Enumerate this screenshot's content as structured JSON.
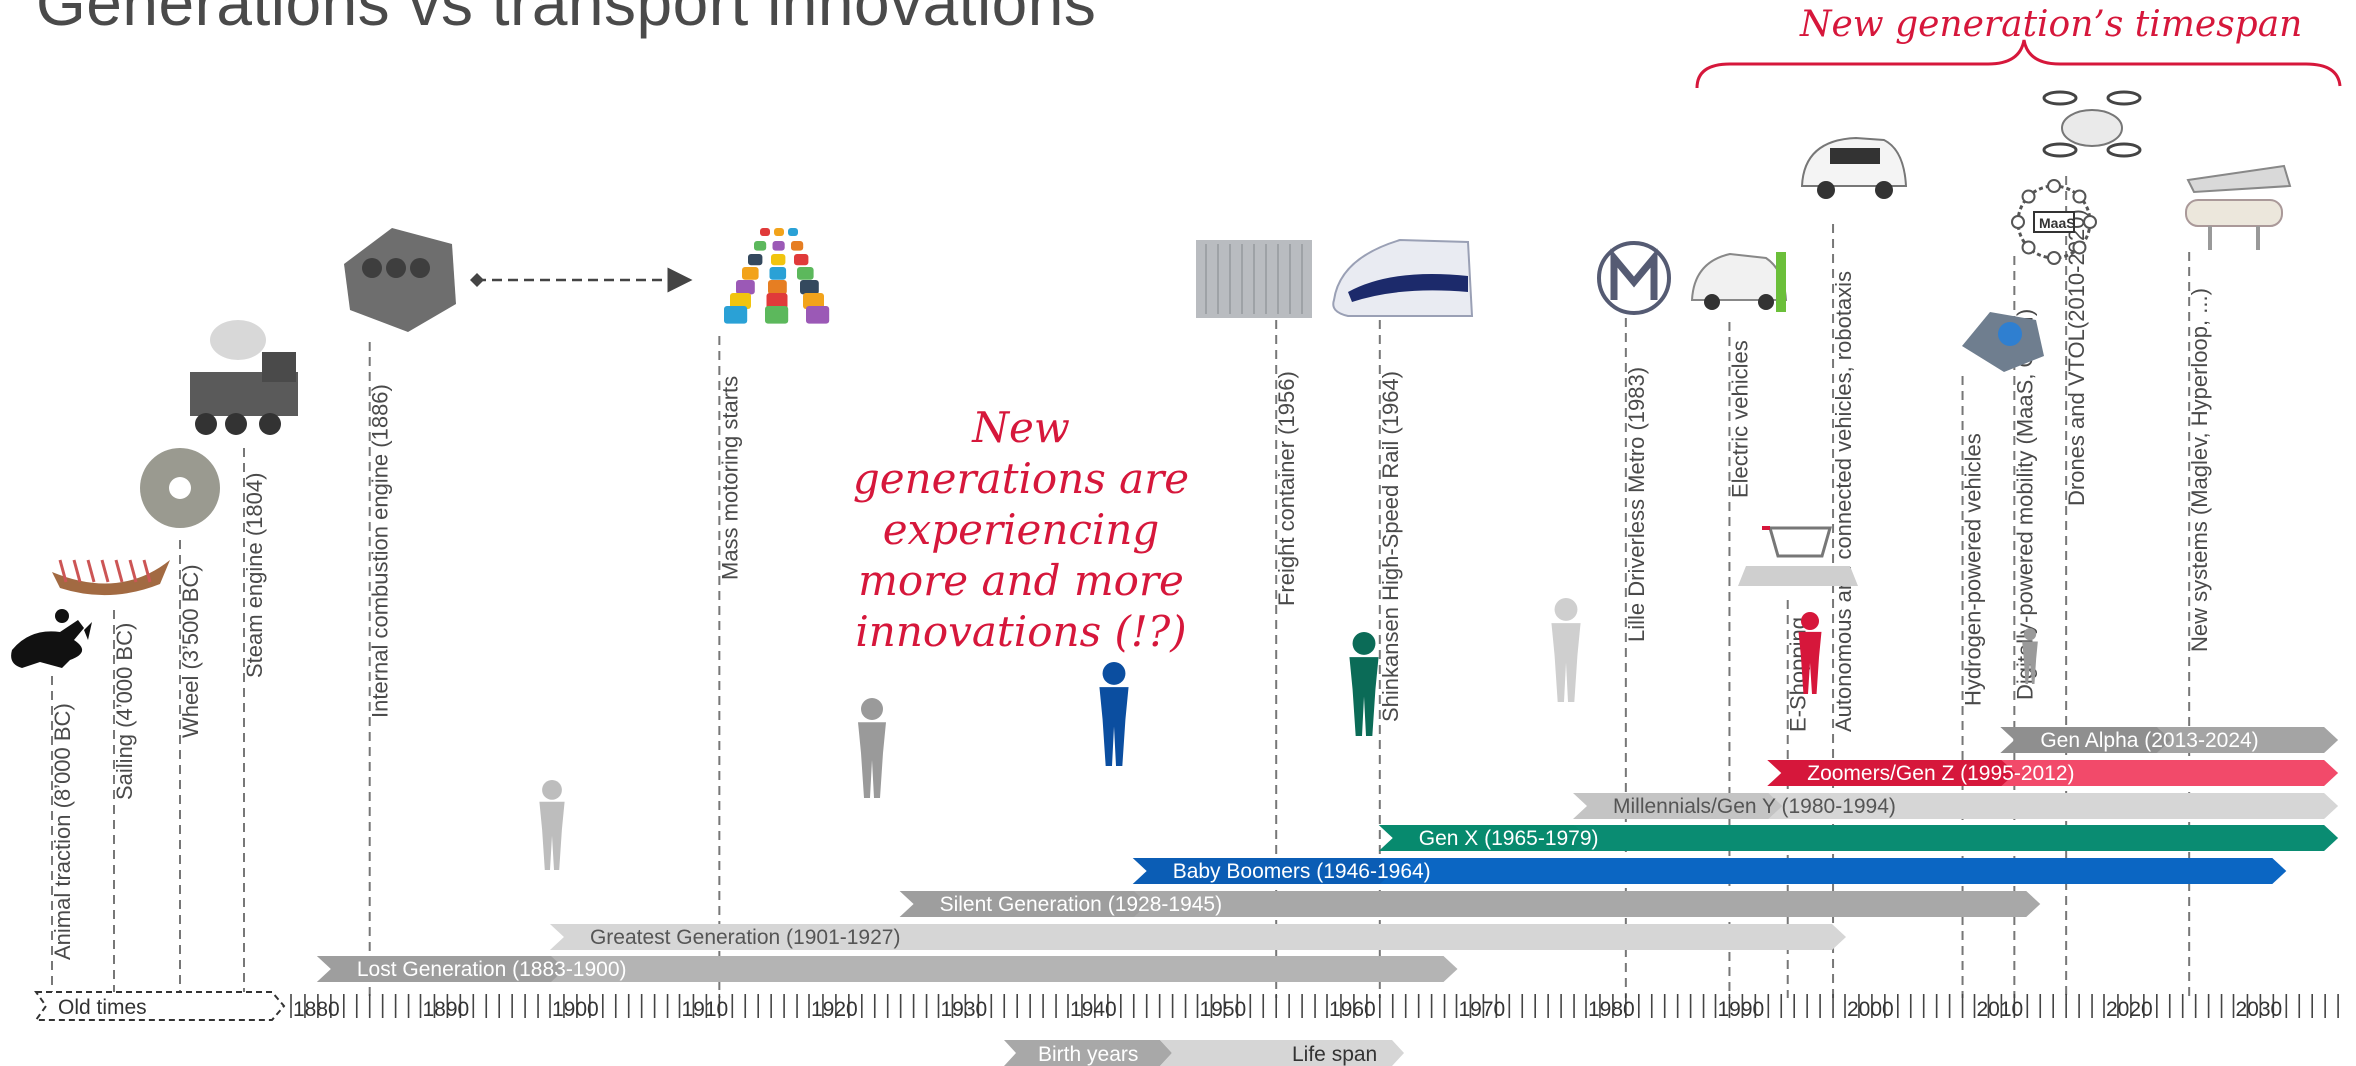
{
  "title": "Generations vs transport innovations",
  "timespan_label": "New generation’s timespan",
  "note": "New generations are experiencing more and more innovations (!?)",
  "axis": {
    "old_times_label": "Old times",
    "decades": [
      "1880",
      "1890",
      "1900",
      "1910",
      "1920",
      "1930",
      "1940",
      "1950",
      "1960",
      "1970",
      "1980",
      "1990",
      "2000",
      "2010",
      "2020",
      "2030"
    ]
  },
  "legend": {
    "birth_years": "Birth years",
    "life_span": "Life span"
  },
  "events": [
    {
      "label": "Animal traction (8’000 BC)",
      "icon": "animal-traction-icon",
      "ancient": true
    },
    {
      "label": "Sailing (4’000 BC)",
      "icon": "sailing-boat-icon",
      "ancient": true
    },
    {
      "label": "Wheel (3’500 BC)",
      "icon": "stone-wheel-icon",
      "ancient": true
    },
    {
      "label": "Steam engine (1804)",
      "icon": "steam-locomotive-icon",
      "ancient": true
    },
    {
      "label": "Internal combustion engine (1886)",
      "icon": "engine-block-icon",
      "year": 1886
    },
    {
      "label": "Mass motoring starts",
      "icon": "cars-fleet-icon",
      "year": 1913
    },
    {
      "label": "Freight container (1956)",
      "icon": "shipping-container-icon",
      "year": 1956
    },
    {
      "label": "Shinkansen High-Speed Rail (1964)",
      "icon": "bullet-train-icon",
      "year": 1964
    },
    {
      "label": "Lille Driverless Metro (1983)",
      "icon": "metro-logo-icon",
      "year": 1983
    },
    {
      "label": "Electric vehicles",
      "icon": "electric-car-icon",
      "year": 1991
    },
    {
      "label": "E-Shopping",
      "icon": "shopping-cart-icon",
      "year": 1995.5
    },
    {
      "label": "Autonomous and connected vehicles, robotaxis",
      "icon": "robotaxi-icon",
      "year": 1999
    },
    {
      "label": "Hydrogen-powered vehicles",
      "icon": "hydrogen-engine-icon",
      "year": 2009
    },
    {
      "label": "Digitally-powered mobility (MaaS, ODM)",
      "icon": "maas-network-icon",
      "year": 2013,
      "icon_text": "MaaS"
    },
    {
      "label": "Drones and VTOL(2010-2020)",
      "icon": "drone-vtol-icon",
      "year": 2017
    },
    {
      "label": "New systems (Maglev, Hyperloop, ...)",
      "icon": "hyperloop-icon",
      "year": 2026.5
    }
  ],
  "generations": [
    {
      "label": "Lost Generation (1883-1900)",
      "birth_start": 1883,
      "birth_end": 1900,
      "end": 1970,
      "color": "#9e9e9e",
      "tail": "#b4b4b4",
      "text": "#ffffff",
      "figure": "elderly-person-icon"
    },
    {
      "label": "Greatest Generation (1901-1927)",
      "birth_start": 1901,
      "birth_end": 1927,
      "end": 2000,
      "color": "#d6d6d6",
      "tail": "#d6d6d6",
      "text": "#555555",
      "figure": "person-silhouette-icon"
    },
    {
      "label": "Silent Generation (1928-1945)",
      "birth_start": 1928,
      "birth_end": 1945,
      "end": 2015,
      "color": "#9e9e9e",
      "tail": "#a8a8a8",
      "text": "#ffffff",
      "figure": "person-silhouette-icon"
    },
    {
      "label": "Baby Boomers (1946-1964)",
      "birth_start": 1946,
      "birth_end": 1964,
      "end": 2034,
      "color": "#0b5db5",
      "tail": "#0b66c3",
      "text": "#ffffff",
      "figure": "businessman-icon"
    },
    {
      "label": "Gen X (1965-1979)",
      "birth_start": 1965,
      "birth_end": 1979,
      "end": 2038,
      "color": "#078a6e",
      "tail": "#0a8c72",
      "text": "#ffffff",
      "figure": "man-silhouette-icon"
    },
    {
      "label": "Millennials/Gen Y (1980-1994)",
      "birth_start": 1980,
      "birth_end": 1994,
      "end": 2038,
      "color": "#c4c4c4",
      "tail": "#d6d6d6",
      "text": "#555555",
      "figure": "person-silhouette-icon"
    },
    {
      "label": "Zoomers/Gen Z (1995-2012)",
      "birth_start": 1995,
      "birth_end": 2012,
      "end": 2038,
      "color": "#d6173b",
      "tail": "#f24a6a",
      "text": "#ffffff",
      "figure": "person-with-phone-icon"
    },
    {
      "label": "Gen Alpha (2013-2024)",
      "birth_start": 2013,
      "birth_end": 2024,
      "end": 2038,
      "color": "#8f8f8f",
      "tail": "#a4a4a4",
      "text": "#ffffff",
      "figure": "child-silhouette-icon"
    }
  ],
  "colors": {
    "accent": "#d6173b",
    "guide": "#7a7a7a",
    "axis": "#333333"
  }
}
